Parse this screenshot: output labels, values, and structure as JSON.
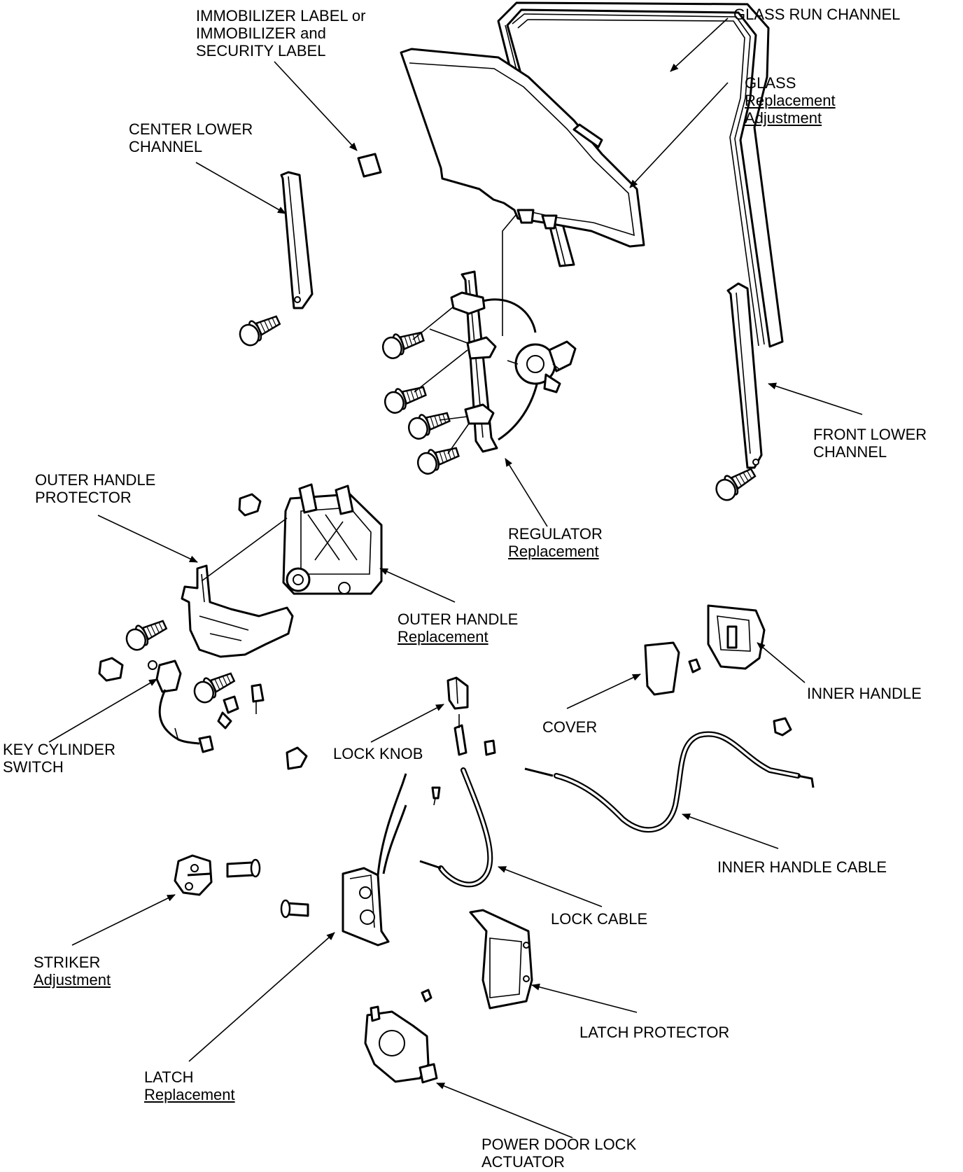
{
  "labels": {
    "glass_run_channel": {
      "line1": "GLASS RUN CHANNEL"
    },
    "immobilizer_label": {
      "line1": "IMMOBILIZER LABEL or",
      "line2": "IMMOBILIZER and",
      "line3": "SECURITY LABEL"
    },
    "glass": {
      "line1": "GLASS",
      "link1": "Replacement",
      "link2": "Adjustment"
    },
    "center_lower_channel": {
      "line1": "CENTER LOWER",
      "line2": "CHANNEL"
    },
    "front_lower_channel": {
      "line1": "FRONT LOWER",
      "line2": "CHANNEL"
    },
    "regulator": {
      "line1": "REGULATOR",
      "link1": "Replacement"
    },
    "outer_handle_protector": {
      "line1": "OUTER HANDLE",
      "line2": "PROTECTOR"
    },
    "outer_handle": {
      "line1": "OUTER HANDLE",
      "link1": "Replacement"
    },
    "inner_handle": {
      "line1": "INNER HANDLE"
    },
    "cover": {
      "line1": "COVER"
    },
    "key_cylinder_switch": {
      "line1": "KEY CYLINDER",
      "line2": "SWITCH"
    },
    "lock_knob": {
      "line1": "LOCK KNOB"
    },
    "inner_handle_cable": {
      "line1": "INNER HANDLE CABLE"
    },
    "lock_cable": {
      "line1": "LOCK CABLE"
    },
    "striker": {
      "line1": "STRIKER",
      "link1": "Adjustment"
    },
    "latch_protector": {
      "line1": "LATCH PROTECTOR"
    },
    "latch": {
      "line1": "LATCH",
      "link1": "Replacement"
    },
    "power_door_lock_actuator": {
      "line1": "POWER DOOR LOCK",
      "line2": "ACTUATOR"
    }
  }
}
